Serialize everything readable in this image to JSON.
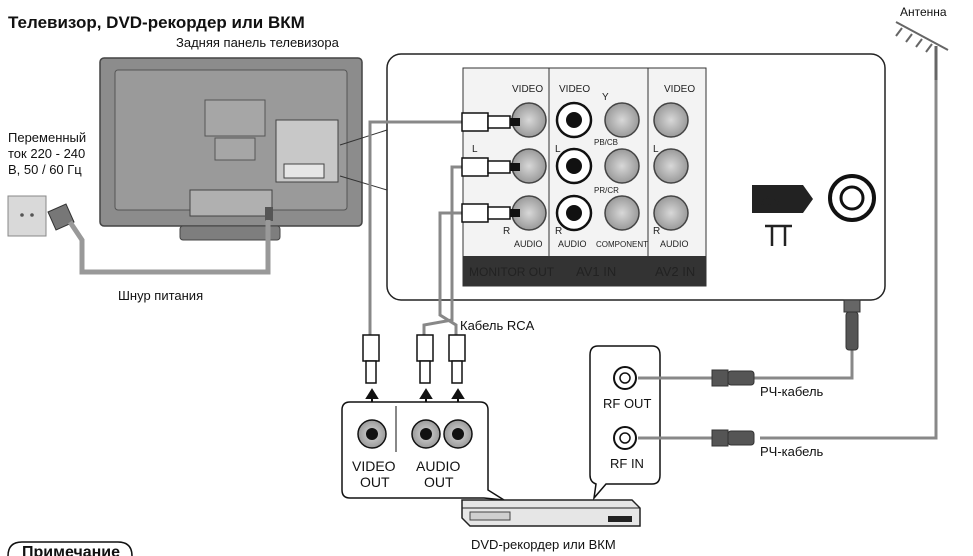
{
  "title": "Телевизор, DVD-рекордер или ВКМ",
  "tv_back_label": "Задняя панель телевизора",
  "ac_label": [
    "Переменный",
    "ток 220 - 240",
    "В, 50 / 60 Гц"
  ],
  "power_cord_label": "Шнур питания",
  "antenna_label": "Антенна",
  "rca_cable_label": "Кабель RCA",
  "rf_cable_label_1": "РЧ-кабель",
  "rf_cable_label_2": "РЧ-кабель",
  "recorder_label": "DVD-рекордер или ВКМ",
  "note_label": "Примечание",
  "panel": {
    "video": "VIDEO",
    "audio": "AUDIO",
    "l": "L",
    "r": "R",
    "y": "Y",
    "pb": "PB/CB",
    "pr": "PR/CR",
    "component": "COMPONENT",
    "monitor_out": "MONITOR OUT",
    "av1_in": "AV1  IN",
    "av2_in": "AV2  IN",
    "ant": "ANT"
  },
  "recorder_jacks": {
    "video_out": [
      "VIDEO",
      "OUT"
    ],
    "audio_out": [
      "AUDIO",
      "OUT"
    ],
    "rf_out": "RF OUT",
    "rf_in": "RF IN"
  }
}
